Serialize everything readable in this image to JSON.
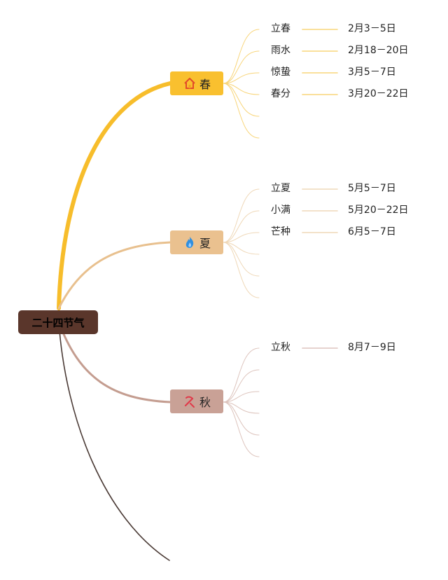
{
  "root": {
    "label": "二十四节气",
    "color": "#5a362b"
  },
  "branches": [
    {
      "label": "春",
      "icon": "house-icon",
      "box_color": "#f9c02f",
      "line_color": "#f7bd2b",
      "leaf_line_color": "#f8d57a",
      "items": [
        {
          "term": "立春",
          "date": "2月3－5日"
        },
        {
          "term": "雨水",
          "date": "2月18－20日"
        },
        {
          "term": "惊蛰",
          "date": "3月5－7日"
        },
        {
          "term": "春分",
          "date": "3月20－22日"
        }
      ],
      "empty_slots": 2
    },
    {
      "label": "夏",
      "icon": "flame-icon",
      "box_color": "#eac18f",
      "line_color": "#e8c08e",
      "leaf_line_color": "#efd8b8",
      "items": [
        {
          "term": "立夏",
          "date": "5月5－7日"
        },
        {
          "term": "小满",
          "date": "5月20－22日"
        },
        {
          "term": "芒种",
          "date": "6月5－7日"
        }
      ],
      "empty_slots": 3
    },
    {
      "label": "秋",
      "icon": "scythe-icon",
      "box_color": "#c9a196",
      "line_color": "#c49d90",
      "leaf_line_color": "#ddc4bd",
      "items": [
        {
          "term": "立秋",
          "date": "8月7－9日"
        }
      ],
      "empty_slots": 5
    }
  ],
  "fourth_branch_color": "#4a3a35"
}
